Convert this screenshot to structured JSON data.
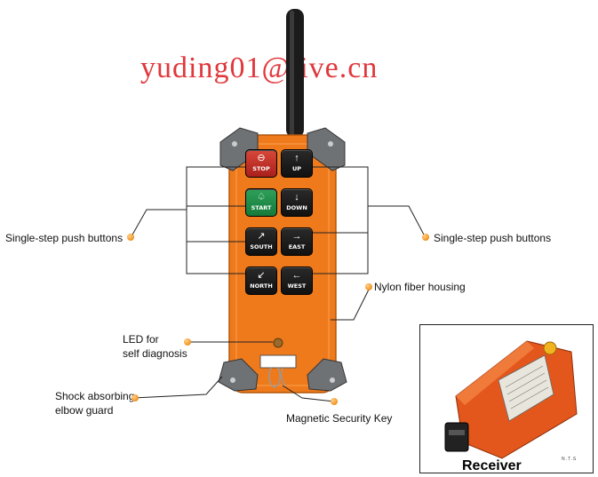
{
  "watermark": "yuding01@live.cn",
  "buttons": [
    {
      "label": "STOP",
      "glyph": "⊖",
      "color": "#c0302a"
    },
    {
      "label": "UP",
      "glyph": "↑",
      "color": "#1a1a1a"
    },
    {
      "label": "START",
      "glyph": "♤",
      "color": "#1f8c48"
    },
    {
      "label": "DOWN",
      "glyph": "↓",
      "color": "#1a1a1a"
    },
    {
      "label": "SOUTH",
      "glyph": "↗",
      "color": "#1a1a1a"
    },
    {
      "label": "EAST",
      "glyph": "→",
      "color": "#1a1a1a"
    },
    {
      "label": "NORTH",
      "glyph": "↙",
      "color": "#1a1a1a"
    },
    {
      "label": "WEST",
      "glyph": "←",
      "color": "#1a1a1a"
    }
  ],
  "callouts": {
    "left_push": "Single-step push buttons",
    "right_push": "Single-step push buttons",
    "housing": "Nylon fiber housing",
    "led_line1": "LED for",
    "led_line2": "self diagnosis",
    "shock_line1": "Shock absorbing",
    "shock_line2": "elbow guard",
    "key": "Magnetic Security Key"
  },
  "receiver": {
    "label": "Receiver",
    "nts": "N.T.S"
  },
  "colors": {
    "housing": "#ef7a1c",
    "watermark": "#e0383c",
    "callout_dot": "#f39a2a"
  }
}
